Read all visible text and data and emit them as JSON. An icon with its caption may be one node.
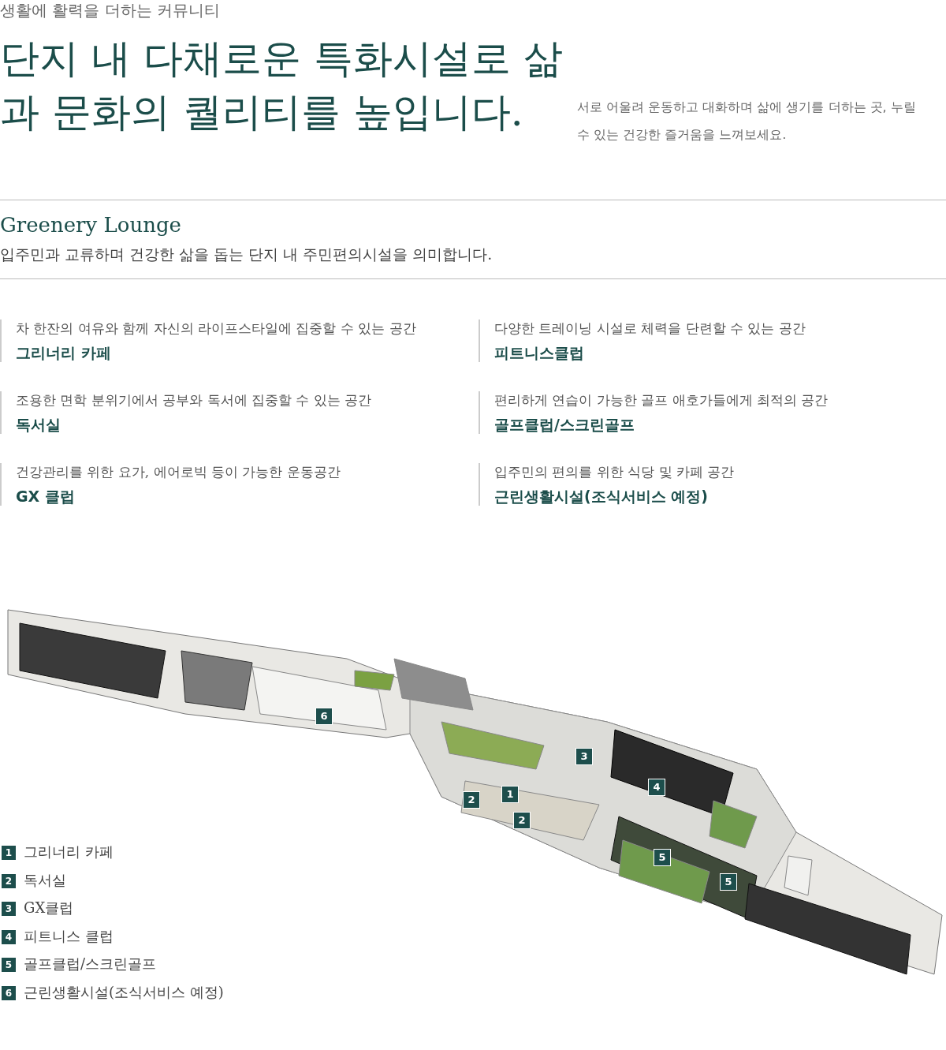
{
  "diagram": {
    "title": "단지 내 다채로운 특화시설로 삶과 문화의 퀄리티를 높입니다.",
    "labels": [
      "생활에 활력을 더하는 커뮤니티",
      "서로 어울려 운동하고 대화하며 삶에 생기를 더하는 곳, 누릴 수 있는 건강한 즐거움을 느껴보세요.",
      "Greenery Lounge",
      "입주민과 교류하며 건강한 삶을 돕는 단지 내 주민편의시설을 의미합니다.",
      "차 한잔의 여유와 함께 자신의 라이프스타일에 집중할 수 있는 공간",
      "그리너리 카페",
      "다양한 트레이닝 시설로 체력을 단련할 수 있는 공간",
      "피트니스클럽",
      "조용한 면학 분위기에서 공부와 독서에 집중할 수 있는 공간",
      "독서실",
      "편리하게 연습이 가능한 골프 애호가들에게 최적의 공간",
      "골프클럽/스크린골프",
      "건강관리를 위한 요가, 에어로빅 등이 가능한 운동공간",
      "GX 클럽",
      "입주민의 편의를 위한 식당 및 카페 공간",
      "근린생활시설(조식서비스 예정)",
      "6",
      "2",
      "1",
      "2",
      "3",
      "4",
      "5",
      "5",
      "1",
      "그리너리 카페",
      "2",
      "독서실",
      "3",
      "GX클럽",
      "4",
      "피트니스 클럽",
      "5",
      "골프클럽/스크린골프",
      "6",
      "근린생활시설(조식서비스 예정)"
    ]
  }
}
